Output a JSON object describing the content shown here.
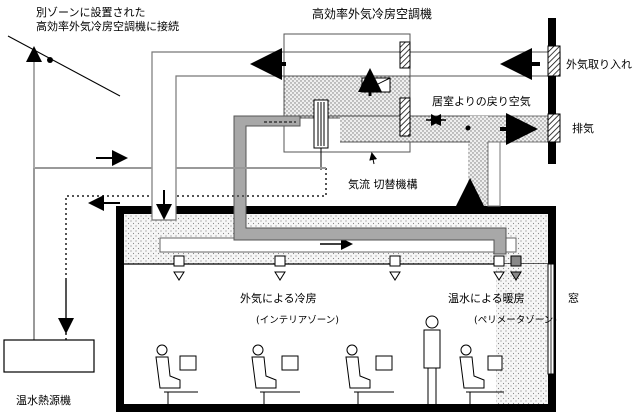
{
  "labels": {
    "other_zone_line1": "別ゾーンに設置された",
    "other_zone_line2": "高効率外気冷房空調機に接続",
    "main_unit": "高効率外気冷房空調機",
    "outside_air_intake": "外気取り入れ",
    "return_air": "居室よりの戻り空気",
    "exhaust": "排気",
    "damper_mechanism": "気流 切替機構",
    "cooling_by_outside_air": "外気による冷房",
    "interior_zone": "(インテリアゾーン)",
    "heating_by_hot_water": "温水による暖房",
    "perimeter_zone": "(ペリメータゾーン)",
    "window": "窓",
    "hot_water_heat_source": "温水熱源機"
  },
  "colors": {
    "duct_fill": "#ffffff",
    "duct_stroke": "#707070",
    "dotted_fill": "#e6e6e6",
    "gray_fill": "#a8a8a8",
    "arrow": "#000000",
    "gray_line": "#a0a0a0"
  }
}
